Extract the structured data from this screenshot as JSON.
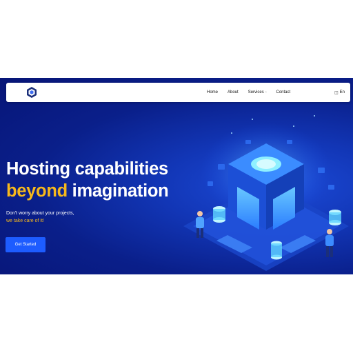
{
  "nav": {
    "logo_icon": "cube-logo-icon",
    "items": [
      {
        "label": "Home"
      },
      {
        "label": "About"
      },
      {
        "label": "Services",
        "has_dropdown": true
      },
      {
        "label": "Contact"
      }
    ],
    "language": "En",
    "language_icon": "globe-icon"
  },
  "hero": {
    "title_line1": "Hosting capabilities",
    "title_line2_accent": "beyond",
    "title_line2_rest": " imagination",
    "subtitle_line1": "Don't worry about your projects,",
    "subtitle_line2": "we take care of it!",
    "cta_label": "Get Started"
  },
  "colors": {
    "accent": "#f6b81c",
    "button": "#1d5cff",
    "background": "#0a1f8a"
  }
}
